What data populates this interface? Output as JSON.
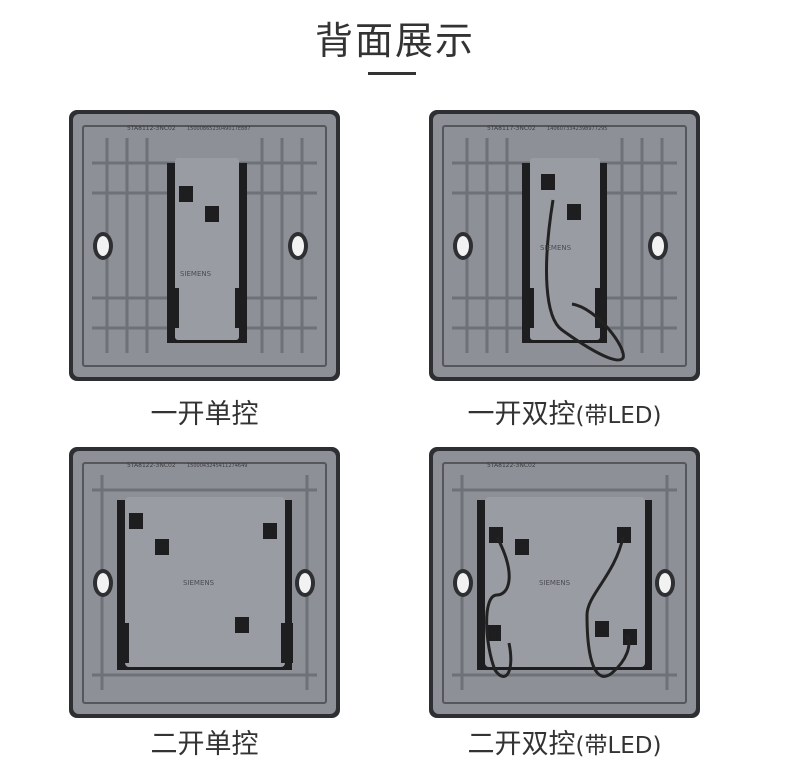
{
  "page": {
    "title": "背面展示"
  },
  "panels": [
    {
      "caption_main": "一开单控",
      "caption_suffix": "",
      "model_text": "5TA8112-3NC02",
      "serial_text": "1500086523049017E887",
      "brand_text": "SIEMENS"
    },
    {
      "caption_main": "一开双控",
      "caption_suffix": "(带LED)",
      "model_text": "5TA8117-3NC02",
      "serial_text": "1406073342398977295",
      "brand_text": "SIEMENS"
    },
    {
      "caption_main": "二开单控",
      "caption_suffix": "",
      "model_text": "5TA8122-3NC02",
      "serial_text": "1500043245411274649",
      "brand_text": "SIEMENS"
    },
    {
      "caption_main": "二开双控",
      "caption_suffix": "(带LED)",
      "model_text": "5TA8122-3NC02",
      "serial_text": "",
      "brand_text": "SIEMENS"
    }
  ],
  "colors": {
    "plate": "#8e9097",
    "plate_edge": "#2e2f33",
    "plate_dark": "#6f7178",
    "module": "#9a9ca3",
    "terminal": "#1e1e20",
    "wire": "#222222"
  }
}
